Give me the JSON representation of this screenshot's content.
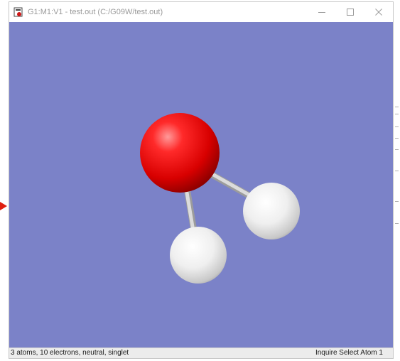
{
  "window": {
    "title": "G1:M1:V1 - test.out (C:/G09W/test.out)",
    "controls": {
      "minimize": "—",
      "maximize": "☐",
      "close": "✕"
    }
  },
  "viewport": {
    "background_color": "#7b82c8",
    "molecule": {
      "atoms": [
        {
          "element": "O",
          "color": "#e00000"
        },
        {
          "element": "H",
          "color": "#f2f2f2"
        },
        {
          "element": "H",
          "color": "#f2f2f2"
        }
      ],
      "bond_color": "#d8d8d8"
    }
  },
  "statusbar": {
    "left_text": "3 atoms, 10 electrons, neutral, singlet",
    "right_text": "Inquire  Select Atom 1"
  },
  "pointer": {
    "color": "#e02010",
    "icon": "arrow-pointer"
  }
}
